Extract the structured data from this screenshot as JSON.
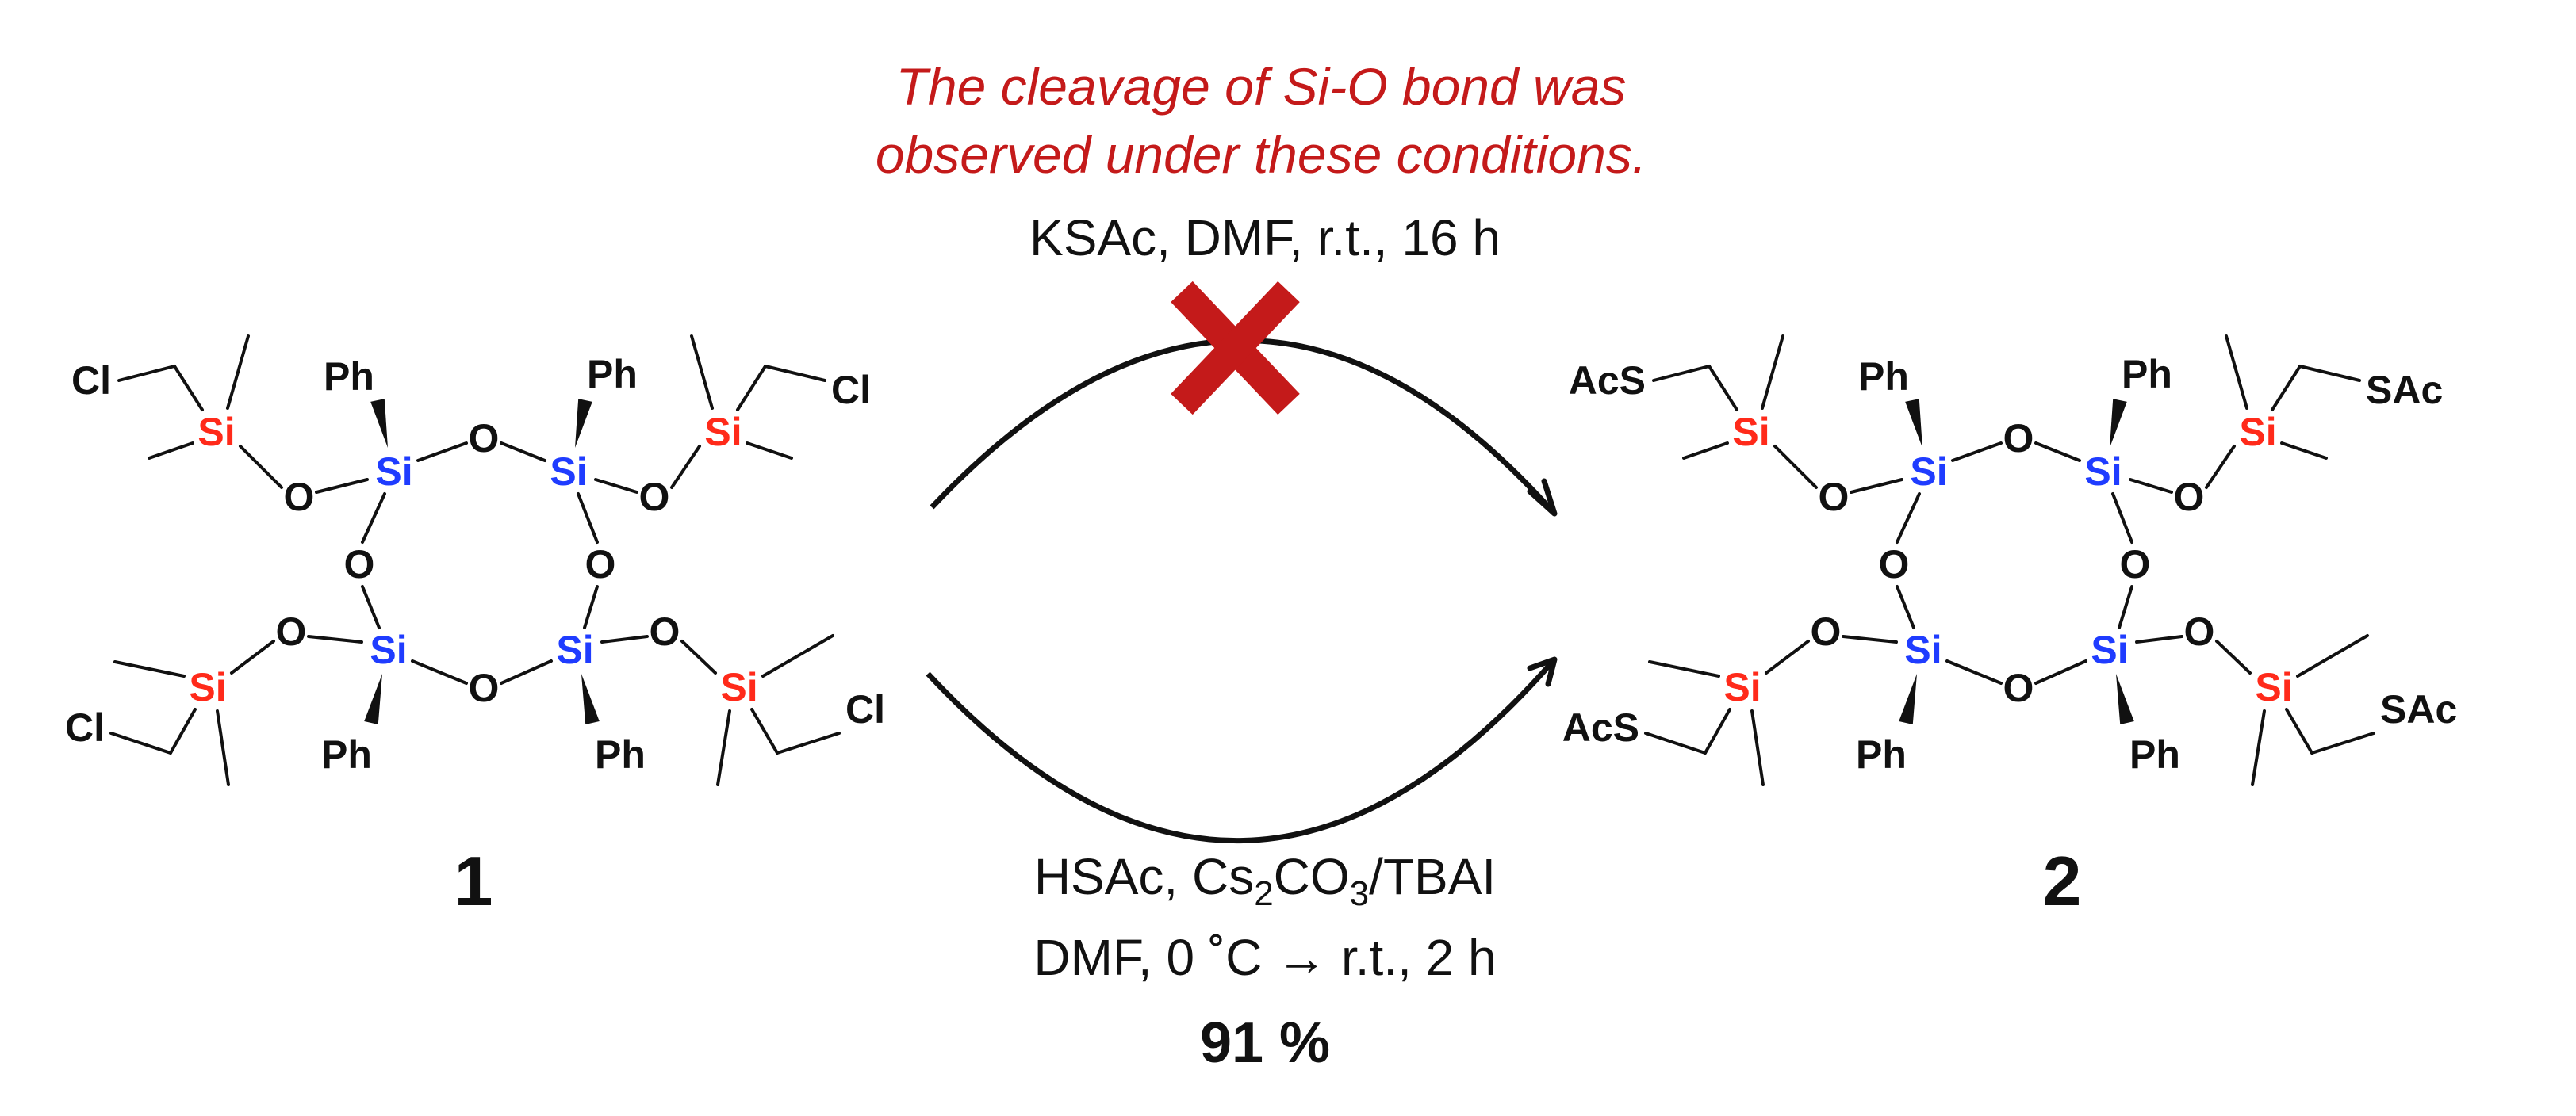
{
  "failed_note": {
    "line1": "The cleavage of Si-O bond was",
    "line2": "observed under these conditions."
  },
  "failed_conditions": "KSAc, DMF, r.t., 16 h",
  "success_conditions": {
    "line1_parts": [
      "HSAc, Cs",
      "2",
      "CO",
      "3",
      "/TBAI"
    ],
    "line2": "DMF, 0 ˚C → r.t., 2 h",
    "yield": "91 %"
  },
  "compounds": [
    {
      "label": "1",
      "terminal_group": "Cl"
    },
    {
      "label": "2",
      "terminal_group": "SAc",
      "terminal_group_left": "AcS"
    }
  ],
  "atoms": {
    "si": "Si",
    "o": "O",
    "ph": "Ph"
  },
  "colors": {
    "note_red": "#c41a1a",
    "cross_red": "#c41a1a",
    "si_core_blue": "#1f3cff",
    "si_arm_red": "#ff2a1a",
    "ink": "#111111"
  },
  "icons": [
    "cross-icon",
    "reaction-arrow-icon"
  ]
}
